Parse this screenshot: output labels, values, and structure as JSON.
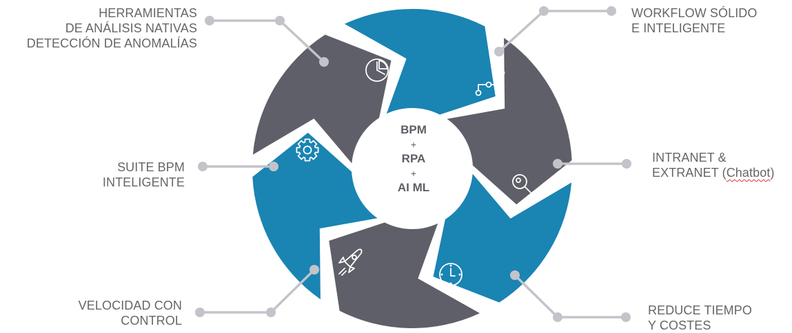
{
  "center": {
    "line1": "BPM",
    "plus1": "+",
    "line2": "RPA",
    "plus2": "+",
    "line3": "AI ML"
  },
  "colors": {
    "blue": "#1a84b3",
    "gray": "#5f5f69",
    "connector": "#c3c3c9",
    "text": "#666666"
  },
  "segments": [
    {
      "name": "analytics",
      "color": "blue",
      "icon": "pie-chart-icon",
      "label_lines": [
        "HERRAMIENTAS",
        "DE ANÁLISIS NATIVAS",
        "DETECCIÓN DE ANOMALÍAS"
      ]
    },
    {
      "name": "workflow",
      "color": "gray",
      "icon": "workflow-icon",
      "label_lines": [
        "WORKFLOW SÓLIDO",
        "E INTELIGENTE"
      ]
    },
    {
      "name": "intranet",
      "color": "blue",
      "icon": "key-icon",
      "label_lines": [
        "INTRANET &",
        "EXTRANET (Chatbot)"
      ]
    },
    {
      "name": "reduce",
      "color": "gray",
      "icon": "clock-icon",
      "label_lines": [
        "REDUCE TIEMPO",
        "Y COSTES"
      ]
    },
    {
      "name": "velocidad",
      "color": "blue",
      "icon": "rocket-icon",
      "label_lines": [
        "VELOCIDAD CON",
        "CONTROL"
      ]
    },
    {
      "name": "suite",
      "color": "gray",
      "icon": "gear-icon",
      "label_lines": [
        "SUITE BPM",
        "INTELIGENTE"
      ]
    }
  ]
}
